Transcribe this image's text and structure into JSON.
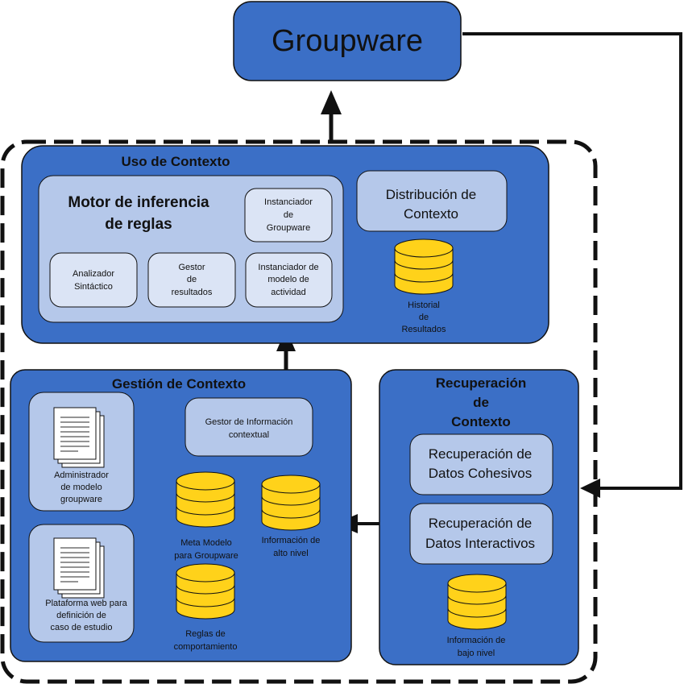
{
  "groupware": {
    "title": "Groupware"
  },
  "uso_contexto": {
    "title": "Uso de Contexto",
    "motor": {
      "title_line1": "Motor de inferencia",
      "title_line2": "de reglas",
      "instanciador_groupware": [
        "Instanciador",
        "de",
        "Groupware"
      ],
      "analizador": [
        "Analizador",
        "Sintáctico"
      ],
      "gestor_resultados": [
        "Gestor",
        "de",
        "resultados"
      ],
      "instanciador_modelo": [
        "Instanciador de",
        "modelo de",
        "actividad"
      ]
    },
    "distribucion": [
      "Distribución de",
      "Contexto"
    ],
    "historial": [
      "Historial",
      "de",
      "Resultados"
    ]
  },
  "gestion_contexto": {
    "title": "Gestión de Contexto",
    "administrador": [
      "Administrador",
      "de modelo",
      "groupware"
    ],
    "plataforma": [
      "Plataforma web para",
      "definición de",
      "caso de estudio"
    ],
    "gestor_info": [
      "Gestor de Información",
      "contextual"
    ],
    "meta_modelo": [
      "Meta Modelo",
      "para Groupware"
    ],
    "info_alto": [
      "Información de",
      "alto nivel"
    ],
    "reglas": [
      "Reglas de",
      "comportamiento"
    ]
  },
  "recuperacion_contexto": {
    "title": [
      "Recuperación",
      "de",
      "Contexto"
    ],
    "datos_cohesivos": [
      "Recuperación de",
      "Datos Cohesivos"
    ],
    "datos_interactivos": [
      "Recuperación de",
      "Datos Interactivos"
    ],
    "info_bajo": [
      "Información de",
      "bajo nivel"
    ]
  },
  "colors": {
    "container_blue": "#3b6fc6",
    "inner_light": "#b5c8ea",
    "sub_light": "#dbe4f5",
    "db_yellow": "#ffd21a",
    "stroke": "#111111"
  }
}
